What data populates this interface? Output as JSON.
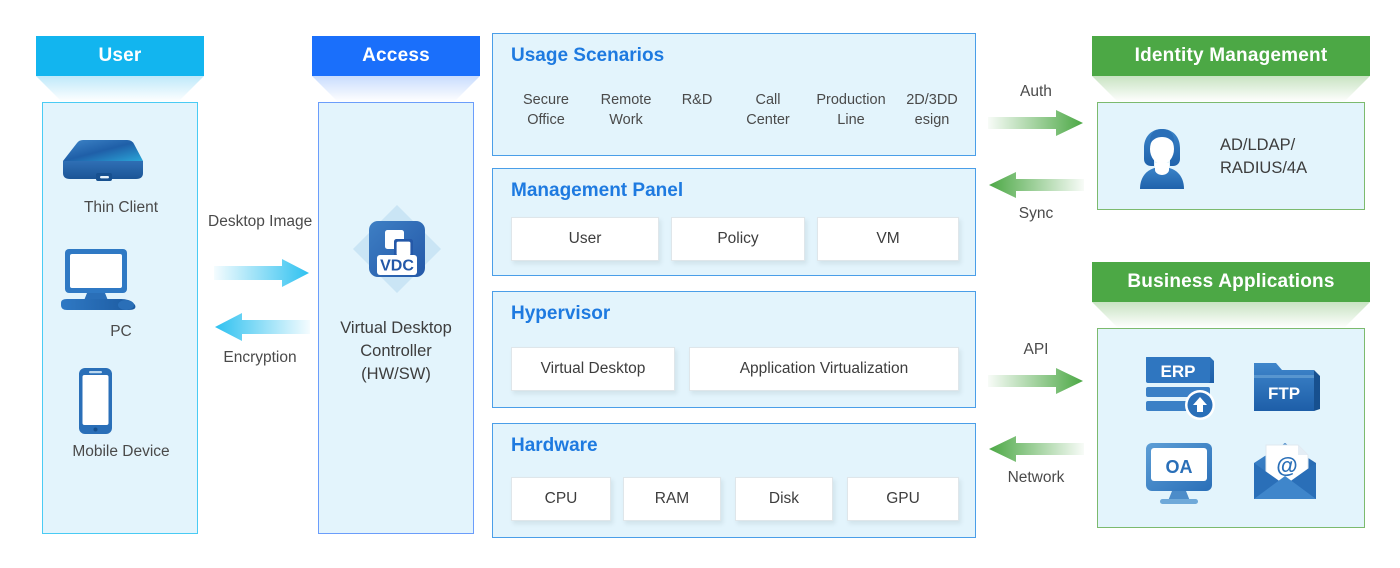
{
  "columns": {
    "user": {
      "header": "User",
      "devices": [
        {
          "label": "Thin Client",
          "icon": "thin-client-icon"
        },
        {
          "label": "PC",
          "icon": "desktop-pc-icon"
        },
        {
          "label": "Mobile Device",
          "icon": "mobile-device-icon"
        }
      ]
    },
    "access": {
      "header": "Access",
      "icon_text": "VDC",
      "icon_name": "vdc-icon",
      "caption_line1": "Virtual Desktop",
      "caption_line2": "Controller",
      "caption_line3": "(HW/SW)"
    }
  },
  "left_flows": [
    {
      "label": "Desktop Image",
      "direction": "right",
      "color": "#2ec1f0"
    },
    {
      "label": "Encryption",
      "direction": "left",
      "color": "#2ec1f0"
    }
  ],
  "right_flows": [
    {
      "label": "Auth",
      "direction": "right",
      "color": "#4ca845"
    },
    {
      "label": "Sync",
      "direction": "left",
      "color": "#4ca845"
    },
    {
      "label": "API",
      "direction": "right",
      "color": "#4ca845"
    },
    {
      "label": "Network",
      "direction": "left",
      "color": "#4ca845"
    }
  ],
  "panels": [
    {
      "title": "Usage Scenarios",
      "kind": "scenarios",
      "items": [
        {
          "line1": "Secure",
          "line2": "Office"
        },
        {
          "line1": "Remote",
          "line2": "Work"
        },
        {
          "line1": "R&D",
          "line2": ""
        },
        {
          "line1": "Call",
          "line2": "Center"
        },
        {
          "line1": "Production",
          "line2": "Line"
        },
        {
          "line1": "2D/3DD",
          "line2": "esign"
        }
      ]
    },
    {
      "title": "Management Panel",
      "kind": "chips",
      "items": [
        "User",
        "Policy",
        "VM"
      ]
    },
    {
      "title": "Hypervisor",
      "kind": "chips",
      "items": [
        "Virtual Desktop",
        "Application Virtualization"
      ]
    },
    {
      "title": "Hardware",
      "kind": "chips",
      "items": [
        "CPU",
        "RAM",
        "Disk",
        "GPU"
      ]
    }
  ],
  "identity": {
    "header": "Identity Management",
    "icon": "user-headset-icon",
    "text_line1": "AD/LDAP/",
    "text_line2": "RADIUS/4A"
  },
  "business": {
    "header": "Business Applications",
    "apps": [
      {
        "label": "ERP",
        "icon": "erp-upload-icon"
      },
      {
        "label": "FTP",
        "icon": "ftp-folder-icon"
      },
      {
        "label": "OA",
        "icon": "oa-monitor-icon"
      },
      {
        "label": "@",
        "icon": "email-envelope-icon"
      }
    ]
  },
  "colors": {
    "user_header": "#12b5ef",
    "access_header": "#1a6ffb",
    "green_header": "#4ca845",
    "panel_fill": "#e3f4fc",
    "panel_border": "#4a9ee8",
    "panel_title": "#1e7ae0",
    "arrow_blue": "#2ec1f0",
    "arrow_green": "#4ca845"
  }
}
